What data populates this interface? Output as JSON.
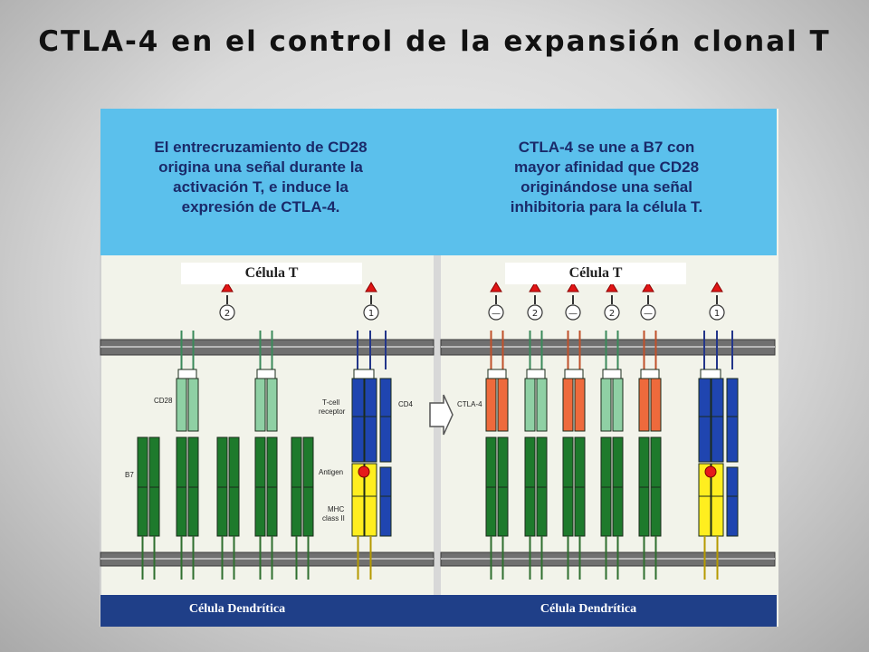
{
  "slide": {
    "title": "CTLA-4 en el control de la expansión clonal T"
  },
  "figure": {
    "left_panel": {
      "caption_lines": [
        "El entrecruzamiento de CD28",
        "origina una señal durante la",
        "activación T, e induce la",
        "expresión de CTLA-4."
      ],
      "cell_label": "Célula T",
      "bottom_label": "Célula Dendrítica",
      "signals": [
        "2",
        "1"
      ],
      "labels": {
        "cd28": "CD28",
        "b7": "B7",
        "tcr_line1": "T-cell",
        "tcr_line2": "receptor",
        "antigen": "Antigen",
        "mhc_line1": "MHC",
        "mhc_line2": "class II",
        "cd4": "CD4"
      }
    },
    "right_panel": {
      "caption_lines": [
        "CTLA-4 se une  a B7 con",
        "mayor afinidad que CD28",
        "originándose una señal",
        "inhibitoria para la célula T."
      ],
      "cell_label": "Célula T",
      "bottom_label": "Célula Dendrítica",
      "signals": [
        "—",
        "2",
        "—",
        "2",
        "—",
        "1"
      ],
      "labels": {
        "ctla4": "CTLA-4"
      }
    },
    "colors": {
      "sky": "#5bc0ec",
      "membrane": "#5a5a5a",
      "band": "#1f3f88",
      "cd28": "#8fd0a4",
      "b7": "#1e7a2c",
      "ctla4": "#ee6a3c",
      "tcr": "#1f45b0",
      "mhc": "#ffee1f",
      "antigen": "#e61a1a"
    }
  }
}
